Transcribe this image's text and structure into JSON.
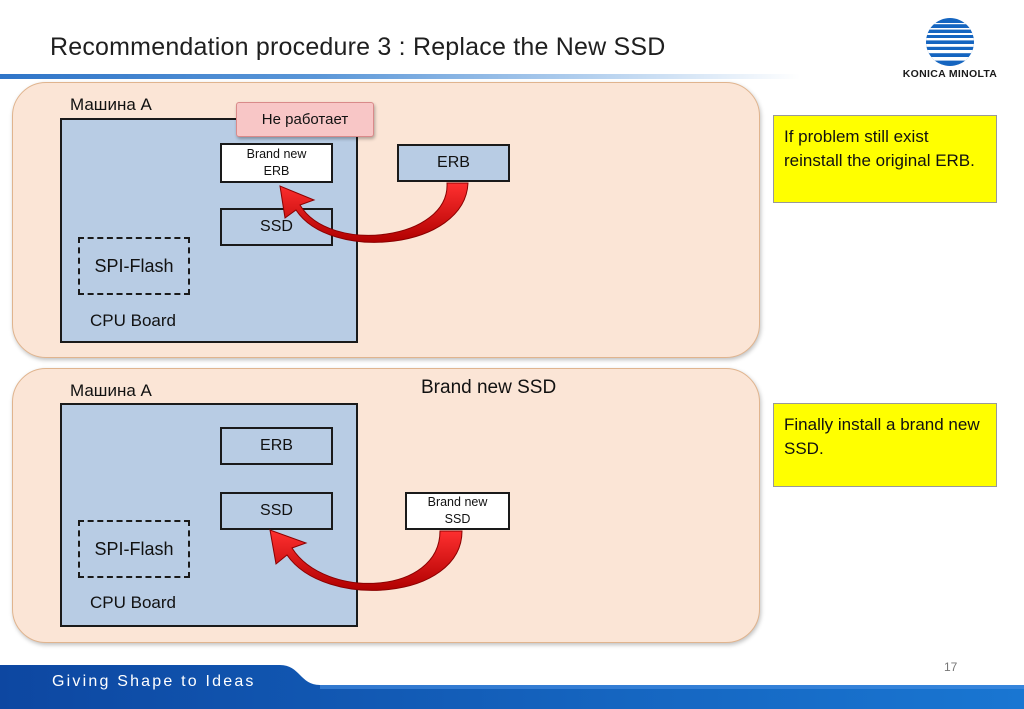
{
  "slide": {
    "title": "Recommendation procedure 3 : Replace the New SSD",
    "page_number": "17",
    "footer_tagline": "Giving Shape to Ideas",
    "brand": "KONICA MINOLTA"
  },
  "top_panel": {
    "machine_label": "Машина А",
    "status_badge": "Не работает",
    "erb_new_line1": "Brand new",
    "erb_new_line2": "ERB",
    "ssd_label": "SSD",
    "spi_label": "SPI-Flash",
    "cpu_label": "CPU Board",
    "external_label": "ERB",
    "note": "If problem still exist reinstall the original ERB."
  },
  "bottom_panel": {
    "machine_label": "Машина А",
    "caption": "Brand new SSD",
    "erb_label": "ERB",
    "ssd_label": "SSD",
    "spi_label": "SPI-Flash",
    "cpu_label": "CPU Board",
    "external_line1": "Brand new",
    "external_line2": "SSD",
    "note": "Finally install a brand new SSD."
  },
  "colors": {
    "panel": "#fbe5d6",
    "board": "#b8cce4",
    "note": "#ffff00",
    "badge": "#f8c6c6",
    "arrow": "#d40000",
    "accent_blue": "#1565c0"
  }
}
